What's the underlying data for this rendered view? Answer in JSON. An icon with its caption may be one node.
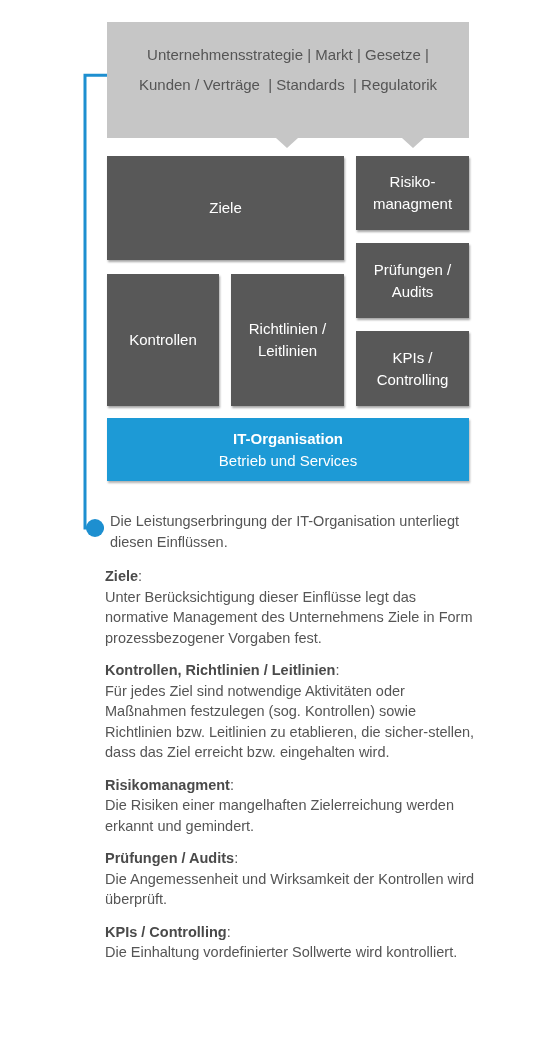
{
  "diagram": {
    "nodes": [
      {
        "text": [
          "Unternehmensstrategie | Markt | Gesetze | Kunden / Verträge  | Standards  | Regulatorik"
        ]
      },
      {
        "text": [
          "Ziele"
        ]
      },
      {
        "text": [
          "Risiko-managment"
        ]
      },
      {
        "text": [
          "Prüfungen / Audits"
        ]
      },
      {
        "text": [
          "Kontrollen"
        ]
      },
      {
        "text": [
          "Richtlinien / Leitlinien"
        ]
      },
      {
        "text": [
          "KPIs / Controlling"
        ]
      },
      {
        "text": [
          "IT-Organisation",
          "Betrieb und Services"
        ]
      },
      {
        "text": [
          "Die Leistungserbringung der IT-Organisation unterliegt diesen Einflüssen."
        ]
      }
    ],
    "edges": [
      {
        "from": 0,
        "to": 8,
        "arrow": "other"
      }
    ],
    "labels": [
      "**Ziele**:",
      "Unter Berücksichtigung dieser Einflüsse legt das normative Management des Unternehmens Ziele in Form prozessbezogener Vorgaben fest.",
      "**Kontrollen, Richtlinien / Leitlinien**:",
      "Für jedes Ziel sind notwendige Aktivitäten oder Maßnahmen festzulegen (sog. Kontrollen) sowie Richtlinien bzw. Leitlinien zu etablieren, die sicher-stellen, dass das Ziel erreicht bzw. eingehalten wird.",
      "**Risikomanagment**:",
      "Die Risiken einer mangelhaften Zielerreichung werden erkannt und gemindert.",
      "**Prüfungen / Audits**:",
      "Die Angemessenheit und Wirksamkeit der Kontrollen wird überprüft.",
      "**KPIs / Controlling**:",
      "Die Einhaltung vordefinierter Sollwerte wird kontrolliert."
    ]
  }
}
